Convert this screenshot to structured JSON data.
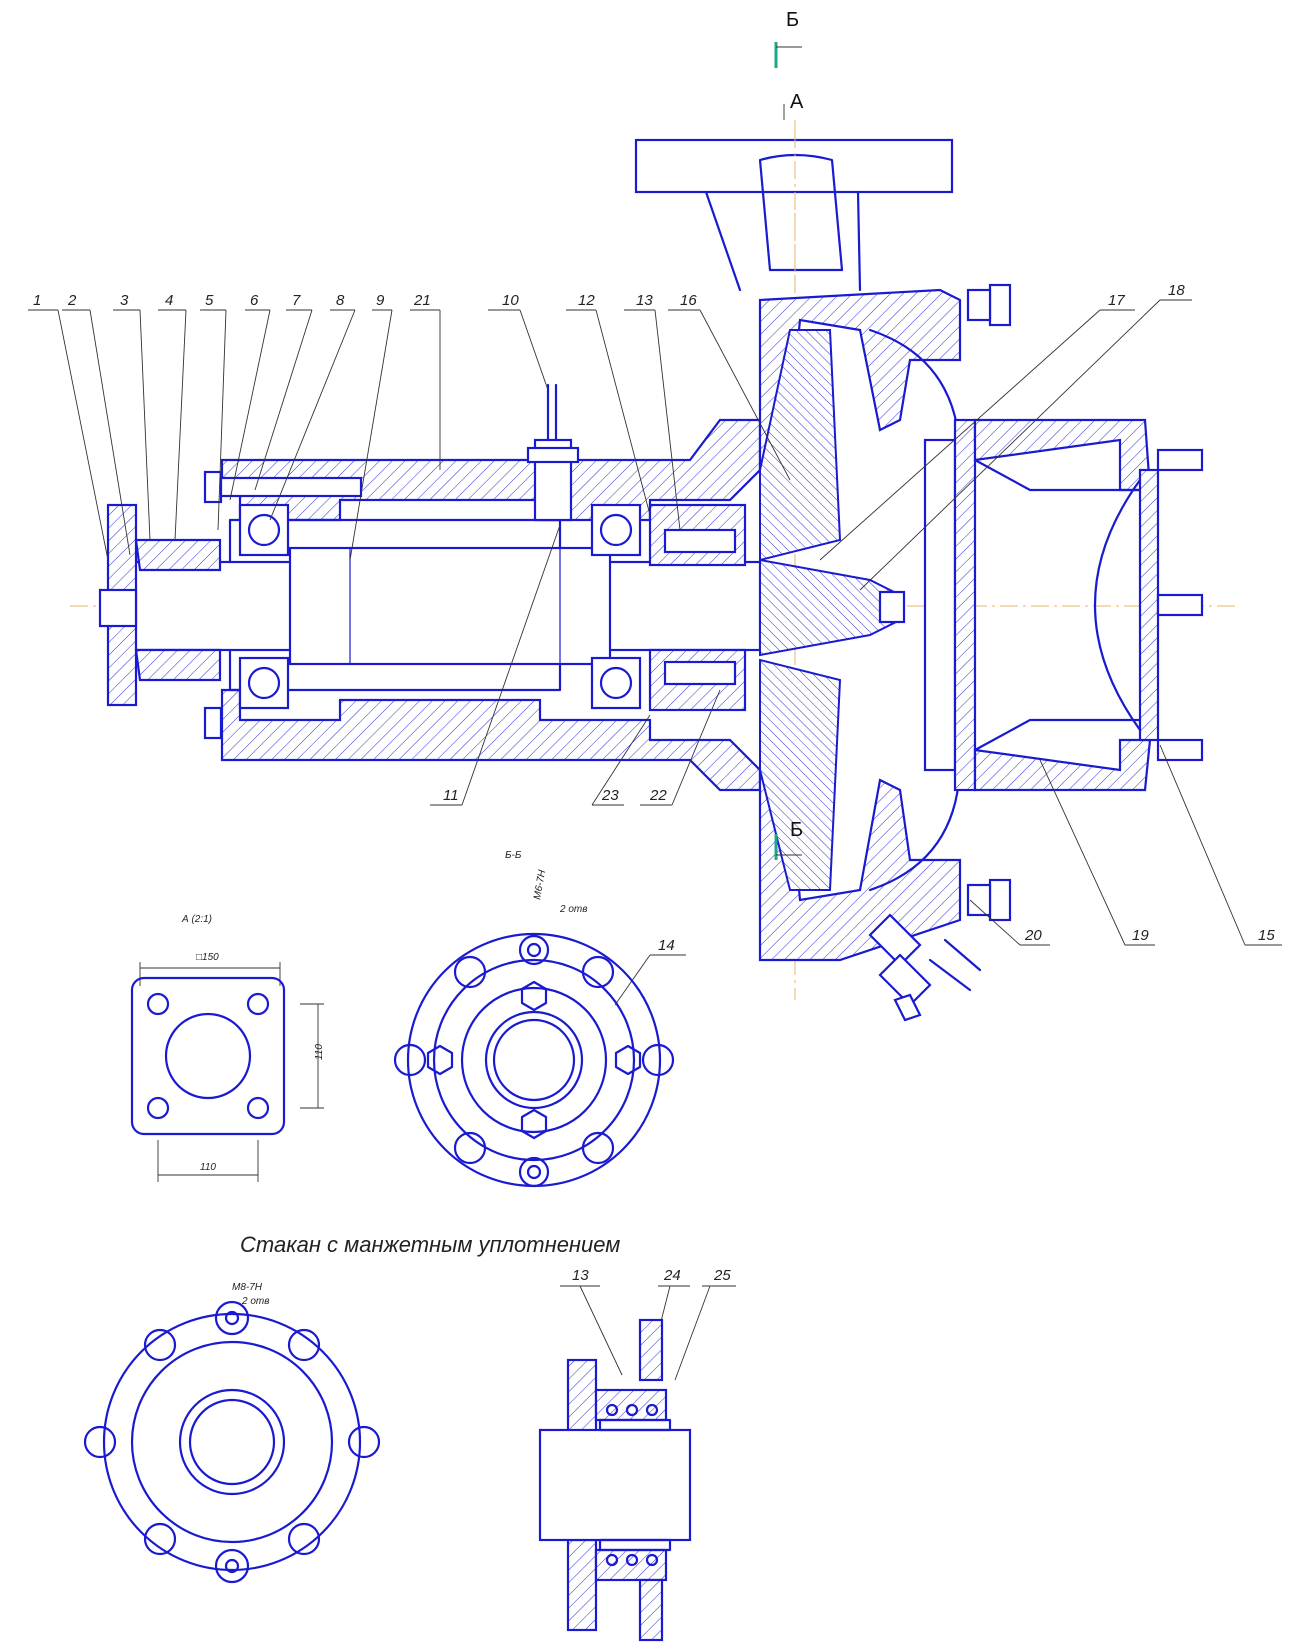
{
  "section_marks": {
    "b_top": "Б",
    "b_bottom": "Б",
    "view_a": "А"
  },
  "part_labels": [
    "1",
    "2",
    "3",
    "4",
    "5",
    "6",
    "7",
    "8",
    "9",
    "21",
    "10",
    "12",
    "13",
    "16",
    "17",
    "18",
    "11",
    "23",
    "22",
    "20",
    "19",
    "15",
    "14"
  ],
  "views": {
    "flange_view_label": "А (2:1)",
    "flange_square_dim": "□150",
    "flange_hole_dim_vertical": "110",
    "flange_hole_dim_horizontal": "110",
    "section_view_label": "Б-Б",
    "section_thread": "М6-7Н",
    "section_qty": "2 отв"
  },
  "cup_title": "Стакан с манжетным уплотнением",
  "cup_views": {
    "thread": "М8-7Н",
    "qty": "2 отв",
    "labels": [
      "13",
      "24",
      "25"
    ]
  },
  "colors": {
    "lines": "#1a1ad0",
    "axis": "#e7b66a",
    "cut_marker": "#1aa78a"
  }
}
